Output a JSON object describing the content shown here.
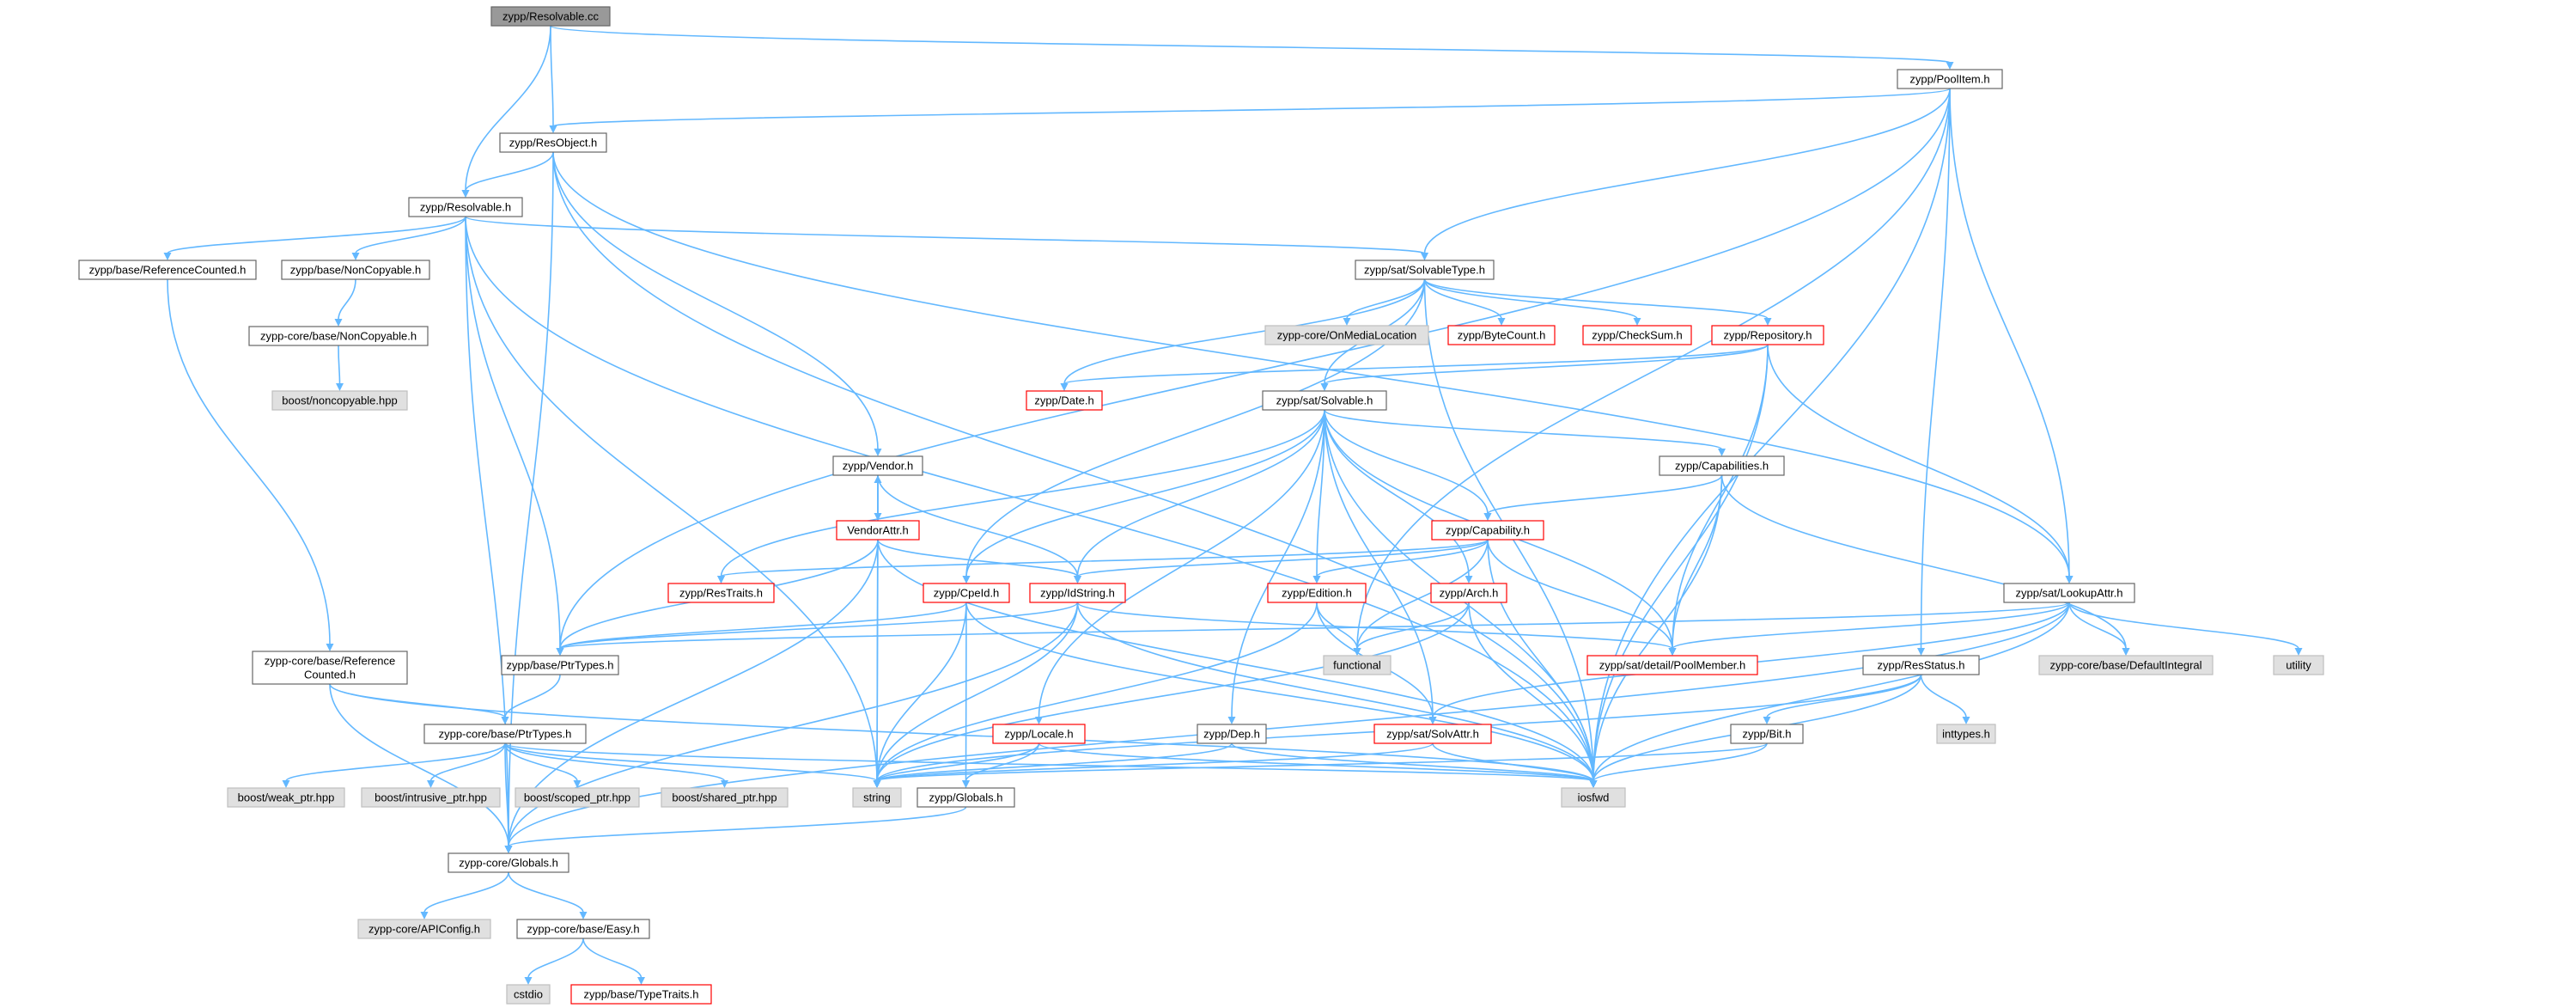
{
  "diagram": {
    "type": "include-dependency-graph",
    "nodes": [
      {
        "id": "resolvable_cc",
        "label": "zypp/Resolvable.cc",
        "kind": "root"
      },
      {
        "id": "poolitem",
        "label": "zypp/PoolItem.h",
        "kind": "normal"
      },
      {
        "id": "resobject",
        "label": "zypp/ResObject.h",
        "kind": "normal"
      },
      {
        "id": "resolvable_h",
        "label": "zypp/Resolvable.h",
        "kind": "normal"
      },
      {
        "id": "refcounted",
        "label": "zypp/base/ReferenceCounted.h",
        "kind": "normal"
      },
      {
        "id": "noncopyable",
        "label": "zypp/base/NonCopyable.h",
        "kind": "normal"
      },
      {
        "id": "core_noncopyable",
        "label": "zypp-core/base/NonCopyable.h",
        "kind": "normal"
      },
      {
        "id": "boost_noncopyable",
        "label": "boost/noncopyable.hpp",
        "kind": "ext"
      },
      {
        "id": "solvabletype",
        "label": "zypp/sat/SolvableType.h",
        "kind": "normal"
      },
      {
        "id": "onmedialocation",
        "label": "zypp-core/OnMediaLocation",
        "kind": "ext"
      },
      {
        "id": "bytecount",
        "label": "zypp/ByteCount.h",
        "kind": "trunc"
      },
      {
        "id": "checksum",
        "label": "zypp/CheckSum.h",
        "kind": "trunc"
      },
      {
        "id": "repository",
        "label": "zypp/Repository.h",
        "kind": "trunc"
      },
      {
        "id": "date",
        "label": "zypp/Date.h",
        "kind": "trunc"
      },
      {
        "id": "solvable",
        "label": "zypp/sat/Solvable.h",
        "kind": "normal"
      },
      {
        "id": "vendor",
        "label": "zypp/Vendor.h",
        "kind": "normal"
      },
      {
        "id": "vendorattr",
        "label": "VendorAttr.h",
        "kind": "trunc"
      },
      {
        "id": "capabilities",
        "label": "zypp/Capabilities.h",
        "kind": "normal"
      },
      {
        "id": "capability",
        "label": "zypp/Capability.h",
        "kind": "trunc"
      },
      {
        "id": "restraits",
        "label": "zypp/ResTraits.h",
        "kind": "trunc"
      },
      {
        "id": "cpeid",
        "label": "zypp/CpeId.h",
        "kind": "trunc"
      },
      {
        "id": "idstring",
        "label": "zypp/IdString.h",
        "kind": "trunc"
      },
      {
        "id": "edition",
        "label": "zypp/Edition.h",
        "kind": "trunc"
      },
      {
        "id": "arch",
        "label": "zypp/Arch.h",
        "kind": "trunc"
      },
      {
        "id": "lookupattr",
        "label": "zypp/sat/LookupAttr.h",
        "kind": "normal"
      },
      {
        "id": "core_refcounted",
        "label": "zypp-core/base/Reference\nCounted.h",
        "kind": "normal"
      },
      {
        "id": "base_ptrtypes",
        "label": "zypp/base/PtrTypes.h",
        "kind": "normal"
      },
      {
        "id": "functional",
        "label": "functional",
        "kind": "ext"
      },
      {
        "id": "poolmember",
        "label": "zypp/sat/detail/PoolMember.h",
        "kind": "trunc"
      },
      {
        "id": "defaultintegral",
        "label": "zypp-core/base/DefaultIntegral",
        "kind": "ext"
      },
      {
        "id": "utility",
        "label": "utility",
        "kind": "ext"
      },
      {
        "id": "resstatus",
        "label": "zypp/ResStatus.h",
        "kind": "normal"
      },
      {
        "id": "inttypes",
        "label": "inttypes.h",
        "kind": "ext"
      },
      {
        "id": "core_ptrtypes",
        "label": "zypp-core/base/PtrTypes.h",
        "kind": "normal"
      },
      {
        "id": "locale",
        "label": "zypp/Locale.h",
        "kind": "trunc"
      },
      {
        "id": "dep",
        "label": "zypp/Dep.h",
        "kind": "normal"
      },
      {
        "id": "solvattr",
        "label": "zypp/sat/SolvAttr.h",
        "kind": "trunc"
      },
      {
        "id": "bit",
        "label": "zypp/Bit.h",
        "kind": "normal"
      },
      {
        "id": "weak_ptr",
        "label": "boost/weak_ptr.hpp",
        "kind": "ext"
      },
      {
        "id": "intrusive_ptr",
        "label": "boost/intrusive_ptr.hpp",
        "kind": "ext"
      },
      {
        "id": "scoped_ptr",
        "label": "boost/scoped_ptr.hpp",
        "kind": "ext"
      },
      {
        "id": "shared_ptr",
        "label": "boost/shared_ptr.hpp",
        "kind": "ext"
      },
      {
        "id": "string",
        "label": "string",
        "kind": "ext"
      },
      {
        "id": "globals",
        "label": "zypp/Globals.h",
        "kind": "normal"
      },
      {
        "id": "iosfwd",
        "label": "iosfwd",
        "kind": "ext"
      },
      {
        "id": "core_globals",
        "label": "zypp-core/Globals.h",
        "kind": "normal"
      },
      {
        "id": "apiconfig",
        "label": "zypp-core/APIConfig.h",
        "kind": "ext"
      },
      {
        "id": "easy",
        "label": "zypp-core/base/Easy.h",
        "kind": "normal"
      },
      {
        "id": "cstdio",
        "label": "cstdio",
        "kind": "ext"
      },
      {
        "id": "typetraits",
        "label": "zypp/base/TypeTraits.h",
        "kind": "trunc"
      }
    ],
    "edges": [
      [
        "resolvable_cc",
        "poolitem"
      ],
      [
        "resolvable_cc",
        "resobject"
      ],
      [
        "resolvable_cc",
        "resolvable_h"
      ],
      [
        "poolitem",
        "resobject"
      ],
      [
        "poolitem",
        "base_ptrtypes"
      ],
      [
        "poolitem",
        "solvabletype"
      ],
      [
        "poolitem",
        "lookupattr"
      ],
      [
        "poolitem",
        "resstatus"
      ],
      [
        "poolitem",
        "functional"
      ],
      [
        "poolitem",
        "iosfwd"
      ],
      [
        "resobject",
        "resolvable_h"
      ],
      [
        "resobject",
        "vendor"
      ],
      [
        "resobject",
        "lookupattr"
      ],
      [
        "resobject",
        "core_globals"
      ],
      [
        "resobject",
        "iosfwd"
      ],
      [
        "resolvable_h",
        "refcounted"
      ],
      [
        "resolvable_h",
        "noncopyable"
      ],
      [
        "resolvable_h",
        "solvabletype"
      ],
      [
        "resolvable_h",
        "base_ptrtypes"
      ],
      [
        "resolvable_h",
        "string"
      ],
      [
        "resolvable_h",
        "core_globals"
      ],
      [
        "resolvable_h",
        "iosfwd"
      ],
      [
        "refcounted",
        "core_refcounted"
      ],
      [
        "noncopyable",
        "core_noncopyable"
      ],
      [
        "core_noncopyable",
        "boost_noncopyable"
      ],
      [
        "solvabletype",
        "onmedialocation"
      ],
      [
        "solvabletype",
        "bytecount"
      ],
      [
        "solvabletype",
        "checksum"
      ],
      [
        "solvabletype",
        "repository"
      ],
      [
        "solvabletype",
        "date"
      ],
      [
        "solvabletype",
        "solvable"
      ],
      [
        "solvabletype",
        "cpeid"
      ],
      [
        "solvabletype",
        "iosfwd"
      ],
      [
        "repository",
        "date"
      ],
      [
        "repository",
        "solvable"
      ],
      [
        "repository",
        "lookupattr"
      ],
      [
        "repository",
        "poolmember"
      ],
      [
        "repository",
        "iosfwd"
      ],
      [
        "solvable",
        "capabilities"
      ],
      [
        "solvable",
        "capability"
      ],
      [
        "solvable",
        "restraits"
      ],
      [
        "solvable",
        "idstring"
      ],
      [
        "solvable",
        "edition"
      ],
      [
        "solvable",
        "arch"
      ],
      [
        "solvable",
        "locale"
      ],
      [
        "solvable",
        "dep"
      ],
      [
        "solvable",
        "solvattr"
      ],
      [
        "solvable",
        "poolmember"
      ],
      [
        "solvable",
        "cpeid"
      ],
      [
        "solvable",
        "iosfwd"
      ],
      [
        "vendor",
        "vendorattr"
      ],
      [
        "vendor",
        "idstring"
      ],
      [
        "vendor",
        "string"
      ],
      [
        "vendorattr",
        "vendor"
      ],
      [
        "vendorattr",
        "idstring"
      ],
      [
        "vendorattr",
        "base_ptrtypes"
      ],
      [
        "vendorattr",
        "string"
      ],
      [
        "vendorattr",
        "core_globals"
      ],
      [
        "vendorattr",
        "iosfwd"
      ],
      [
        "capabilities",
        "capability"
      ],
      [
        "capabilities",
        "poolmember"
      ],
      [
        "capabilities",
        "defaultintegral"
      ],
      [
        "capabilities",
        "iosfwd"
      ],
      [
        "capability",
        "idstring"
      ],
      [
        "capability",
        "edition"
      ],
      [
        "capability",
        "restraits"
      ],
      [
        "capability",
        "poolmember"
      ],
      [
        "capability",
        "iosfwd"
      ],
      [
        "capability",
        "functional"
      ],
      [
        "cpeid",
        "base_ptrtypes"
      ],
      [
        "cpeid",
        "string"
      ],
      [
        "cpeid",
        "globals"
      ],
      [
        "cpeid",
        "iosfwd"
      ],
      [
        "idstring",
        "base_ptrtypes"
      ],
      [
        "idstring",
        "poolmember"
      ],
      [
        "idstring",
        "string"
      ],
      [
        "idstring",
        "iosfwd"
      ],
      [
        "idstring",
        "core_globals"
      ],
      [
        "edition",
        "functional"
      ],
      [
        "edition",
        "string"
      ],
      [
        "edition",
        "solvattr"
      ],
      [
        "arch",
        "functional"
      ],
      [
        "arch",
        "string"
      ],
      [
        "arch",
        "iosfwd"
      ],
      [
        "lookupattr",
        "base_ptrtypes"
      ],
      [
        "lookupattr",
        "poolmember"
      ],
      [
        "lookupattr",
        "solvattr"
      ],
      [
        "lookupattr",
        "defaultintegral"
      ],
      [
        "lookupattr",
        "utility"
      ],
      [
        "lookupattr",
        "iosfwd"
      ],
      [
        "lookupattr",
        "core_globals"
      ],
      [
        "core_refcounted",
        "core_ptrtypes"
      ],
      [
        "core_refcounted",
        "core_globals"
      ],
      [
        "core_refcounted",
        "iosfwd"
      ],
      [
        "base_ptrtypes",
        "core_ptrtypes"
      ],
      [
        "resstatus",
        "inttypes"
      ],
      [
        "resstatus",
        "bit"
      ],
      [
        "resstatus",
        "iosfwd"
      ],
      [
        "resstatus",
        "string"
      ],
      [
        "core_ptrtypes",
        "weak_ptr"
      ],
      [
        "core_ptrtypes",
        "intrusive_ptr"
      ],
      [
        "core_ptrtypes",
        "scoped_ptr"
      ],
      [
        "core_ptrtypes",
        "shared_ptr"
      ],
      [
        "core_ptrtypes",
        "string"
      ],
      [
        "core_ptrtypes",
        "iosfwd"
      ],
      [
        "core_ptrtypes",
        "core_globals"
      ],
      [
        "locale",
        "string"
      ],
      [
        "locale",
        "globals"
      ],
      [
        "locale",
        "iosfwd"
      ],
      [
        "dep",
        "string"
      ],
      [
        "dep",
        "iosfwd"
      ],
      [
        "solvattr",
        "string"
      ],
      [
        "solvattr",
        "iosfwd"
      ],
      [
        "bit",
        "string"
      ],
      [
        "bit",
        "iosfwd"
      ],
      [
        "globals",
        "core_globals"
      ],
      [
        "core_globals",
        "apiconfig"
      ],
      [
        "core_globals",
        "easy"
      ],
      [
        "easy",
        "cstdio"
      ],
      [
        "easy",
        "typetraits"
      ]
    ]
  }
}
